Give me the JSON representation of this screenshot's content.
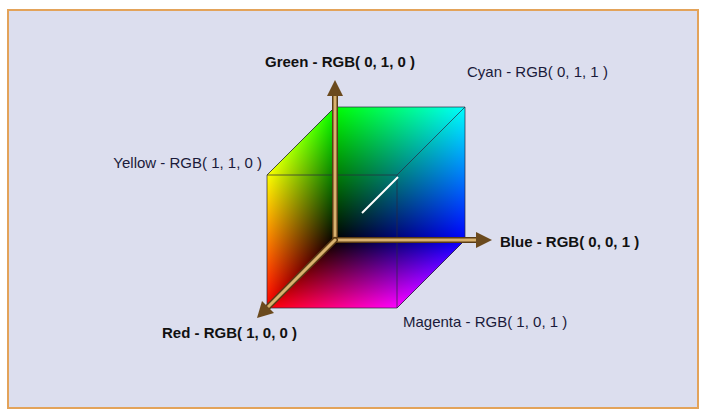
{
  "diagram": {
    "labels": [
      "Green - RGB( 0, 1, 0 )",
      "Cyan - RGB( 0, 1, 1 )",
      "Yellow - RGB( 1, 1, 0 )",
      "Blue - RGB( 0, 0, 1 )",
      "Magenta - RGB( 1, 0, 1 )",
      "Red - RGB( 1, 0, 0 )"
    ]
  }
}
